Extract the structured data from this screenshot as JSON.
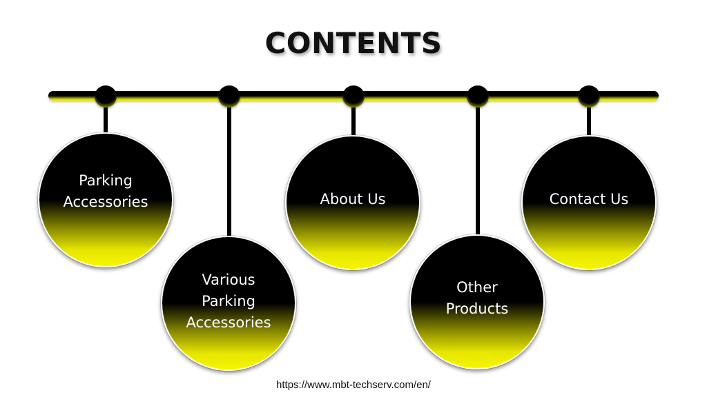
{
  "slide": {
    "title": "CONTENTS",
    "items": [
      {
        "label": "Parking\nAccessories"
      },
      {
        "label": "Various\nParking\nAccessories"
      },
      {
        "label": "About Us"
      },
      {
        "label": "Other\nProducts"
      },
      {
        "label": "Contact Us"
      }
    ],
    "footer": "https://www.mbt-techserv.com/en/"
  },
  "colors": {
    "accent": "#f5f500",
    "dark": "#000000",
    "background": "#ffffff"
  }
}
